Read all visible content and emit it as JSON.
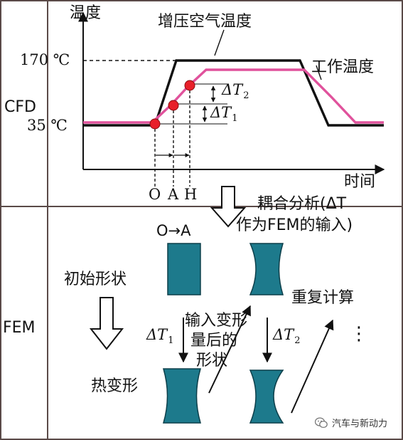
{
  "cfd_section": {
    "label": "CFD",
    "y_axis_label": "温度",
    "x_axis_label": "时间",
    "temp_high": "170 ℃",
    "temp_low": "35 ℃",
    "boost_curve_label": "增压空气温度",
    "work_curve_label": "工作温度",
    "delta_t1": {
      "symbol": "ΔT",
      "sub": "1"
    },
    "delta_t2": {
      "symbol": "ΔT",
      "sub": "2"
    },
    "points": [
      "O",
      "A",
      "H"
    ]
  },
  "coupling": {
    "line1": "耦合分析(ΔT",
    "line2": "作为FEM的输入)"
  },
  "fem_section": {
    "label": "FEM",
    "transition": "O→A",
    "initial_shape": "初始形状",
    "repeat_calc": "重复计算",
    "input_shape_line1": "输入变形",
    "input_shape_line2": "量后的",
    "input_shape_line3": "形状",
    "thermal_deform": "热变形",
    "delta_t1": {
      "symbol": "ΔT",
      "sub": "1"
    },
    "delta_t2": {
      "symbol": "ΔT",
      "sub": "2"
    },
    "ellipsis": "⋮"
  },
  "watermark": {
    "text": "汽车与新动力",
    "icon": "wechat-icon"
  },
  "colors": {
    "boost_curve": "#111111",
    "work_curve": "#e0529c",
    "points": "#e8202a",
    "shape_fill": "#1d7a8c",
    "shape_edge": "#0d3f4a"
  }
}
